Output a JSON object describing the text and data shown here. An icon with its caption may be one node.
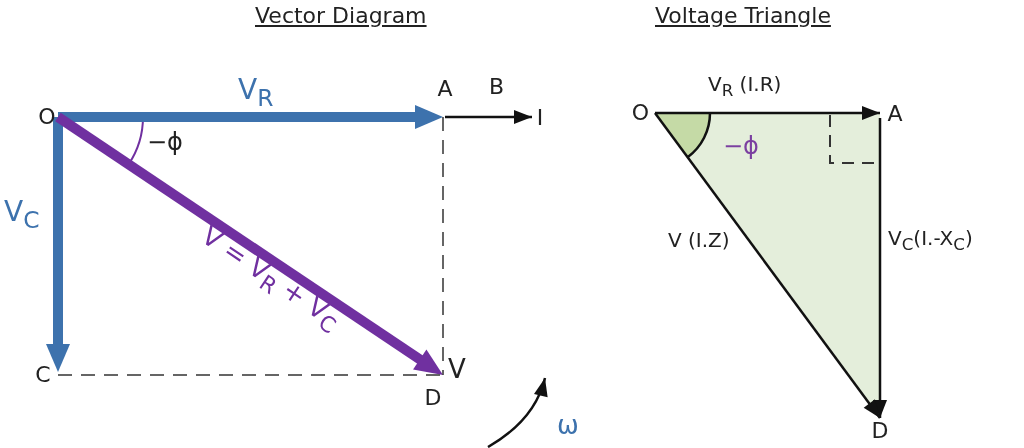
{
  "diagram": {
    "nodes": [
      {
        "text": [
          "O"
        ]
      },
      {
        "text": [
          "A"
        ]
      },
      {
        "text": [
          "I"
        ]
      },
      {
        "text": [
          "C"
        ]
      },
      {
        "text": [
          "D"
        ],
        "beside": [
          "V"
        ]
      },
      {
        "text": [
          "O"
        ]
      },
      {
        "text": [
          "A"
        ]
      },
      {
        "text": [
          "D"
        ]
      }
    ],
    "edges": [
      {
        "from": 0,
        "to": 1,
        "arrow": "to",
        "label": "V$_{R}$",
        "style": "thick",
        "color": "#3d72ad"
      },
      {
        "from": 1,
        "to": 2,
        "arrow": "to"
      },
      {
        "from": 0,
        "to": 3,
        "arrow": "to",
        "label": "V$_{C}$",
        "style": "thick",
        "color": "#3d72ad"
      },
      {
        "from": 0,
        "to": 4,
        "arrow": "to",
        "label": "V = V$_{R}$ + V$_{C}$",
        "style": "thick",
        "color": "#7030a0"
      },
      {
        "from": 1,
        "to": 4,
        "arrow": "none",
        "style": "dashed"
      },
      {
        "from": 3,
        "to": 4,
        "arrow": "none",
        "style": "dashed"
      },
      {
        "from": 5,
        "to": 6,
        "arrow": "to",
        "label": "V$_{R}$ (I.R)"
      },
      {
        "from": 6,
        "to": 7,
        "arrow": "to",
        "label": "V$_{C}$(I.-X$_{C}$)"
      },
      {
        "from": 5,
        "to": 7,
        "arrow": "to",
        "label": "V (I.Z)"
      }
    ],
    "labels": [
      "Vector Diagram",
      "Voltage Triangle",
      "B",
      "−ϕ",
      "−ϕ",
      "ω"
    ]
  }
}
